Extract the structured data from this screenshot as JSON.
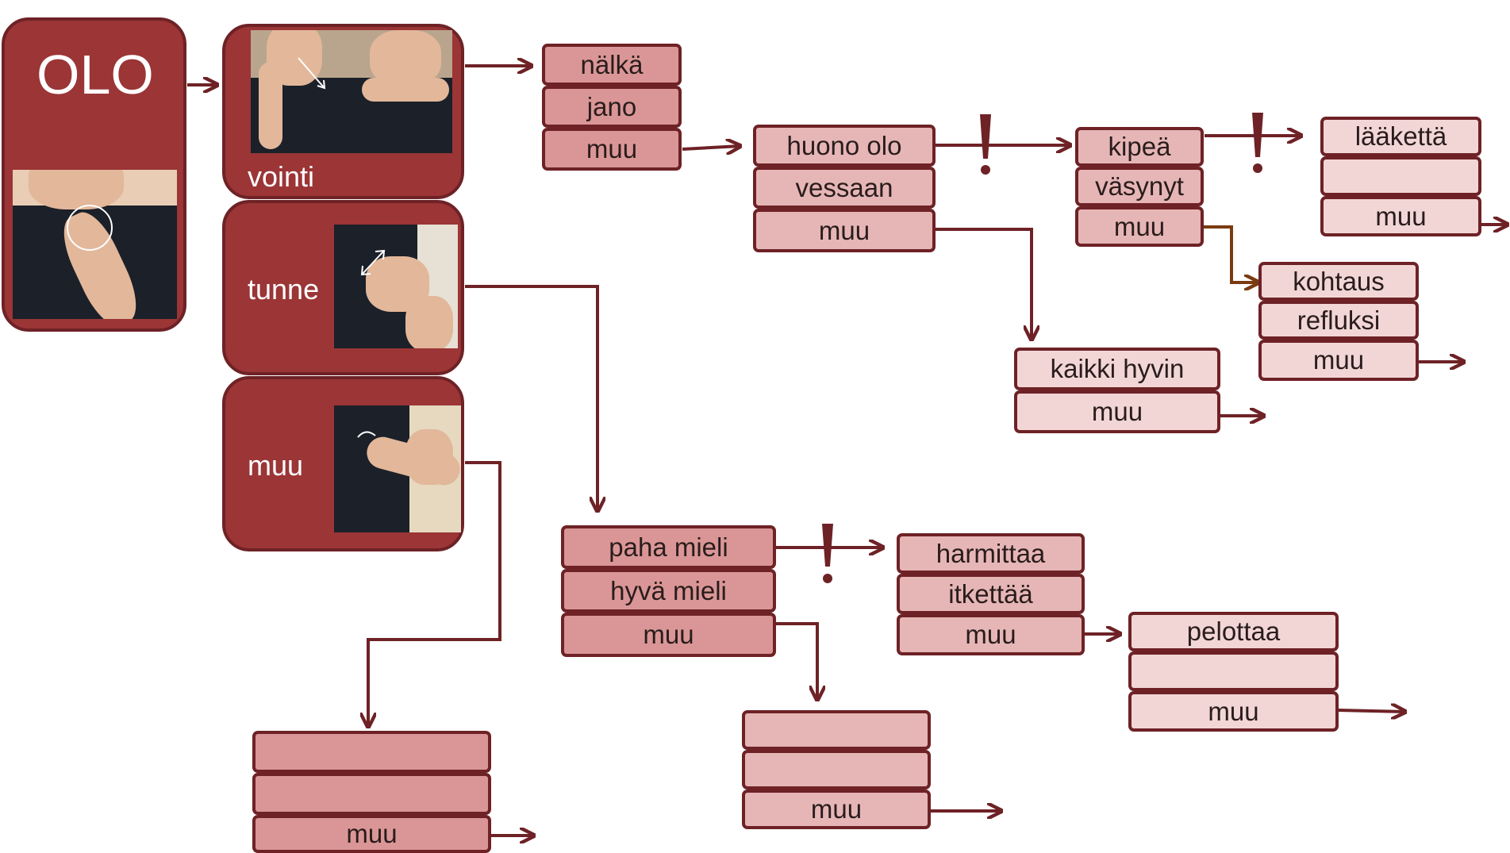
{
  "colors": {
    "panel": "#9b3536",
    "panel_border": "#6e2226",
    "arrow": "#6e2226",
    "arrow_orange": "#7a3b10",
    "box_dark": "#da9696",
    "box_mid": "#e6b6b6",
    "box_light": "#f2d6d6"
  },
  "olo": {
    "title": "OLO"
  },
  "panels": {
    "vointi": "vointi",
    "tunne": "tunne",
    "muu": "muu"
  },
  "lists": {
    "needs": [
      "nälkä",
      "jano",
      "muu"
    ],
    "state": [
      "huono olo",
      "vessaan",
      "muu"
    ],
    "pain": [
      "kipeä",
      "väsynyt",
      "muu"
    ],
    "medicine": [
      "lääkettä",
      "",
      "muu"
    ],
    "seizure": [
      "kohtaus",
      "refluksi",
      "muu"
    ],
    "allgood": [
      "kaikki hyvin",
      "muu"
    ],
    "mood": [
      "paha mieli",
      "hyvä mieli",
      "muu"
    ],
    "upset": [
      "harmittaa",
      "itkettää",
      "muu"
    ],
    "fear": [
      "pelottaa",
      "",
      "muu"
    ],
    "mood_other": [
      "",
      "",
      "muu"
    ],
    "other": [
      "",
      "",
      "muu"
    ]
  },
  "icons": {
    "exclamation": "exclamation-icon",
    "arrow": "arrow-icon"
  }
}
